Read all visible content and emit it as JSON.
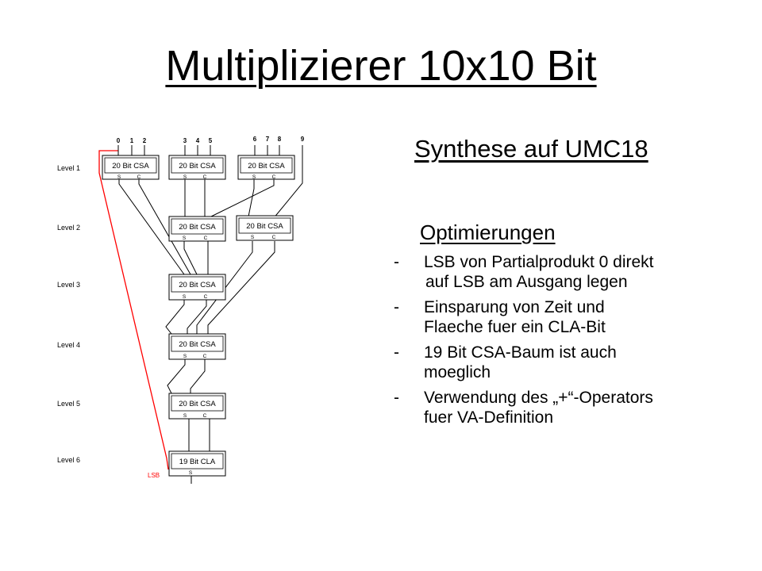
{
  "title": "Multiplizierer 10x10 Bit",
  "subtitle": "Synthese auf UMC18",
  "optimizations": {
    "heading": "Optimierungen",
    "bullets": [
      {
        "dash": "-",
        "text": "LSB von Partialprodukt 0 direkt"
      },
      {
        "dash": "",
        "text": "auf LSB am Ausgang legen"
      },
      {
        "dash": "-",
        "text": "Einsparung von Zeit und"
      },
      {
        "dash": "",
        "text": "Flaeche fuer ein CLA-Bit"
      },
      {
        "dash": "-",
        "text": "19 Bit CSA-Baum ist auch"
      },
      {
        "dash": "",
        "text": "moeglich"
      },
      {
        "dash": "-",
        "text": "Verwendung des „+“-Operators"
      },
      {
        "dash": "",
        "text": "fuer VA-Definition"
      }
    ]
  },
  "diagram": {
    "input_labels": [
      "0",
      "1",
      "2",
      "3",
      "4",
      "5",
      "6",
      "7",
      "8",
      "9"
    ],
    "level_labels": [
      "Level 1",
      "Level 2",
      "Level 3",
      "Level 4",
      "Level 5",
      "Level 6"
    ],
    "csa_label": "20 Bit CSA",
    "cla_label": "19 Bit CLA",
    "sum_port": "S",
    "carry_port": "C",
    "lsb_label": "LSB",
    "lsb_color": "#ff0000"
  }
}
